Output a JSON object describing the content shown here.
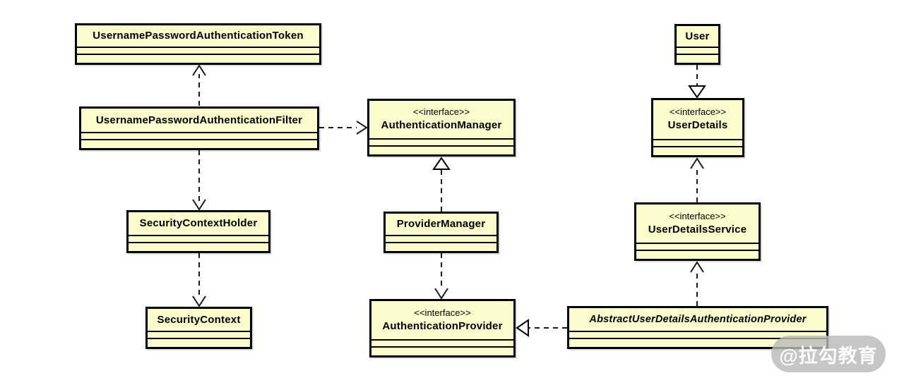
{
  "nodes": [
    {
      "name": "UsernamePasswordAuthenticationToken",
      "stereotype": "",
      "kind": "class"
    },
    {
      "name": "UsernamePasswordAuthenticationFilter",
      "stereotype": "",
      "kind": "class"
    },
    {
      "name": "AuthenticationManager",
      "stereotype": "<<interface>>",
      "kind": "interface"
    },
    {
      "name": "ProviderManager",
      "stereotype": "",
      "kind": "class"
    },
    {
      "name": "AuthenticationProvider",
      "stereotype": "<<interface>>",
      "kind": "interface"
    },
    {
      "name": "SecurityContextHolder",
      "stereotype": "",
      "kind": "class"
    },
    {
      "name": "SecurityContext",
      "stereotype": "",
      "kind": "class"
    },
    {
      "name": "User",
      "stereotype": "",
      "kind": "class"
    },
    {
      "name": "UserDetails",
      "stereotype": "<<interface>>",
      "kind": "interface"
    },
    {
      "name": "UserDetailsService",
      "stereotype": "<<interface>>",
      "kind": "interface"
    },
    {
      "name": "AbstractUserDetailsAuthenticationProvider",
      "stereotype": "",
      "kind": "abstract-class"
    }
  ],
  "edges": [
    {
      "from": "UsernamePasswordAuthenticationFilter",
      "to": "UsernamePasswordAuthenticationToken",
      "type": "dependency",
      "line": "dashed",
      "head": "open-arrow"
    },
    {
      "from": "UsernamePasswordAuthenticationFilter",
      "to": "AuthenticationManager",
      "type": "dependency",
      "line": "dashed",
      "head": "open-arrow"
    },
    {
      "from": "UsernamePasswordAuthenticationFilter",
      "to": "SecurityContextHolder",
      "type": "dependency",
      "line": "dashed",
      "head": "open-arrow"
    },
    {
      "from": "SecurityContextHolder",
      "to": "SecurityContext",
      "type": "dependency",
      "line": "dashed",
      "head": "open-arrow"
    },
    {
      "from": "ProviderManager",
      "to": "AuthenticationManager",
      "type": "realization",
      "line": "dashed",
      "head": "hollow-triangle"
    },
    {
      "from": "ProviderManager",
      "to": "AuthenticationProvider",
      "type": "dependency",
      "line": "dashed",
      "head": "open-arrow"
    },
    {
      "from": "AbstractUserDetailsAuthenticationProvider",
      "to": "AuthenticationProvider",
      "type": "realization",
      "line": "dashed",
      "head": "hollow-triangle"
    },
    {
      "from": "User",
      "to": "UserDetails",
      "type": "realization",
      "line": "dashed",
      "head": "hollow-triangle"
    },
    {
      "from": "UserDetailsService",
      "to": "UserDetails",
      "type": "dependency",
      "line": "dashed",
      "head": "open-arrow"
    },
    {
      "from": "AbstractUserDetailsAuthenticationProvider",
      "to": "UserDetailsService",
      "type": "dependency",
      "line": "dashed",
      "head": "open-arrow"
    }
  ],
  "watermark": {
    "text": "@拉勾教育"
  },
  "colors": {
    "node_fill": "#fbfbcb",
    "node_border": "#000000",
    "edge": "#1a1a1a",
    "background": "#ffffff",
    "watermark_bg": "#bababa",
    "watermark_text": "#ffffff"
  }
}
